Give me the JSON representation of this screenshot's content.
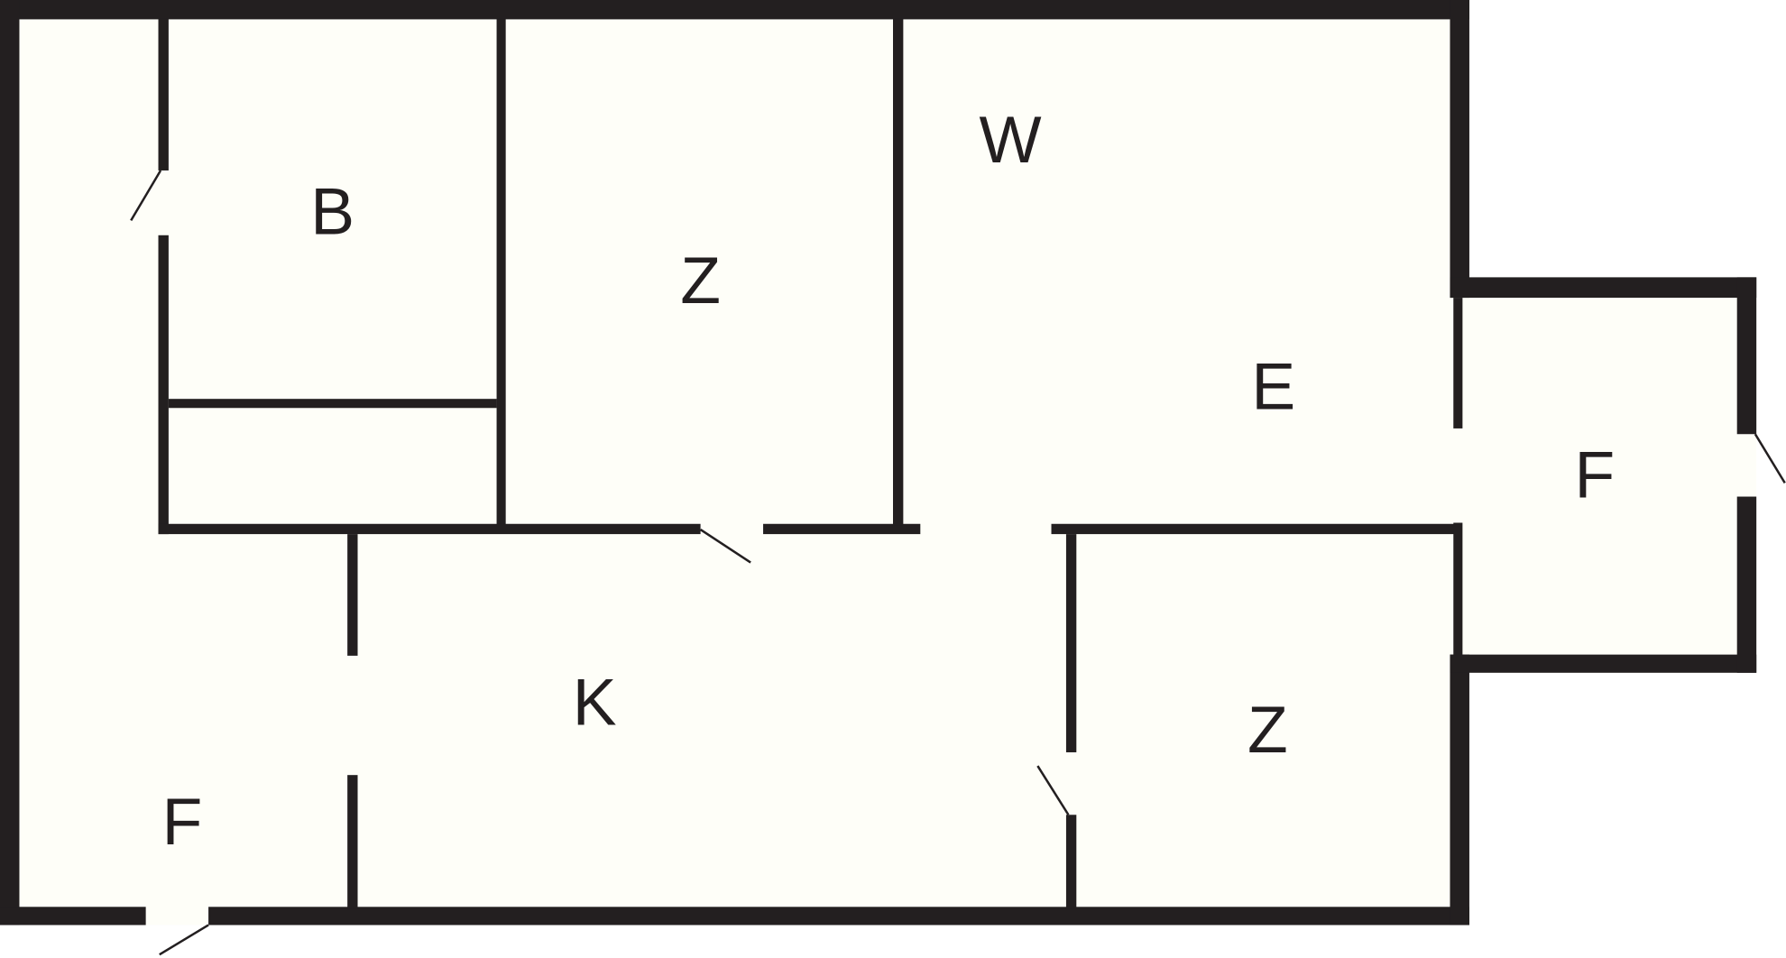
{
  "diagram": {
    "type": "floor-plan",
    "colors": {
      "wall": "#231f20",
      "floor": "#fefef8",
      "background": "#ffffff"
    },
    "rooms": [
      {
        "id": "room-b",
        "label": "B"
      },
      {
        "id": "room-z-upper",
        "label": "Z"
      },
      {
        "id": "room-w",
        "label": "W"
      },
      {
        "id": "room-e",
        "label": "E"
      },
      {
        "id": "room-f-right",
        "label": "F"
      },
      {
        "id": "room-k",
        "label": "K"
      },
      {
        "id": "room-z-lower",
        "label": "Z"
      },
      {
        "id": "room-f-left",
        "label": "F"
      }
    ]
  }
}
